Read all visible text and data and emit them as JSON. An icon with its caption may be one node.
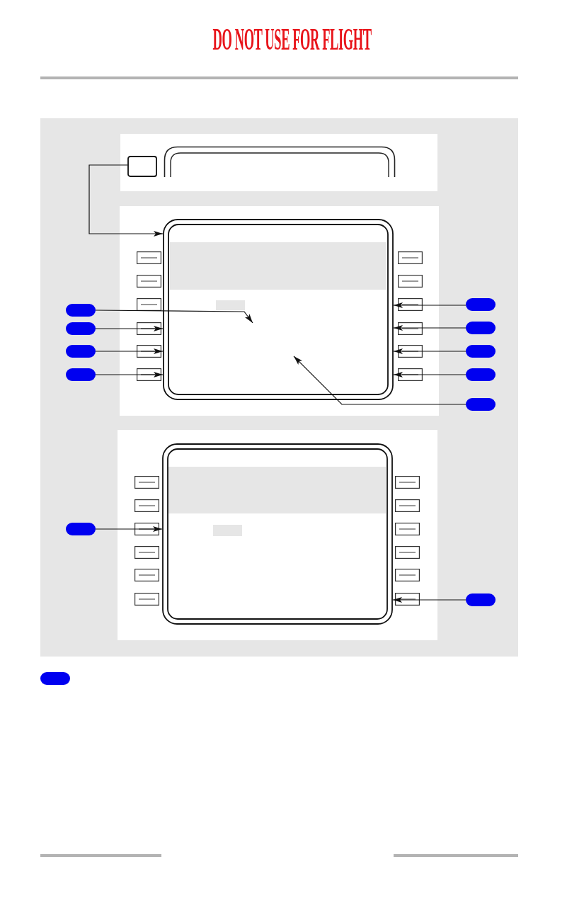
{
  "diagram": {
    "title": "DO NOT USE FOR FLIGHT",
    "nodes": [
      {
        "text": [],
        "shape": "box"
      },
      {
        "text": [],
        "shape": "box"
      },
      {
        "text": [],
        "shape": "oval"
      },
      {
        "text": [],
        "shape": "oval"
      },
      {
        "text": [],
        "shape": "oval"
      },
      {
        "text": [],
        "shape": "oval"
      },
      {
        "text": [],
        "shape": "oval"
      },
      {
        "text": [],
        "shape": "oval"
      },
      {
        "text": [],
        "shape": "oval"
      },
      {
        "text": [],
        "shape": "oval"
      },
      {
        "text": [],
        "shape": "oval"
      },
      {
        "text": [],
        "shape": "box"
      },
      {
        "text": [],
        "shape": "oval"
      },
      {
        "text": [],
        "shape": "oval"
      },
      {
        "text": [],
        "shape": "oval"
      }
    ],
    "edges": [
      {
        "from": 0,
        "to": 1,
        "arrow": "to"
      },
      {
        "from": 2,
        "to": 1,
        "arrow": "to"
      },
      {
        "from": 3,
        "to": 1,
        "arrow": "to"
      },
      {
        "from": 4,
        "to": 1,
        "arrow": "to"
      },
      {
        "from": 5,
        "to": 1,
        "arrow": "to"
      },
      {
        "from": 6,
        "to": 1,
        "arrow": "to"
      },
      {
        "from": 7,
        "to": 1,
        "arrow": "to"
      },
      {
        "from": 8,
        "to": 1,
        "arrow": "to"
      },
      {
        "from": 9,
        "to": 1,
        "arrow": "to"
      },
      {
        "from": 10,
        "to": 1,
        "arrow": "to"
      },
      {
        "from": 12,
        "to": 11,
        "arrow": "to"
      },
      {
        "from": 13,
        "to": 11,
        "arrow": "to"
      }
    ]
  }
}
